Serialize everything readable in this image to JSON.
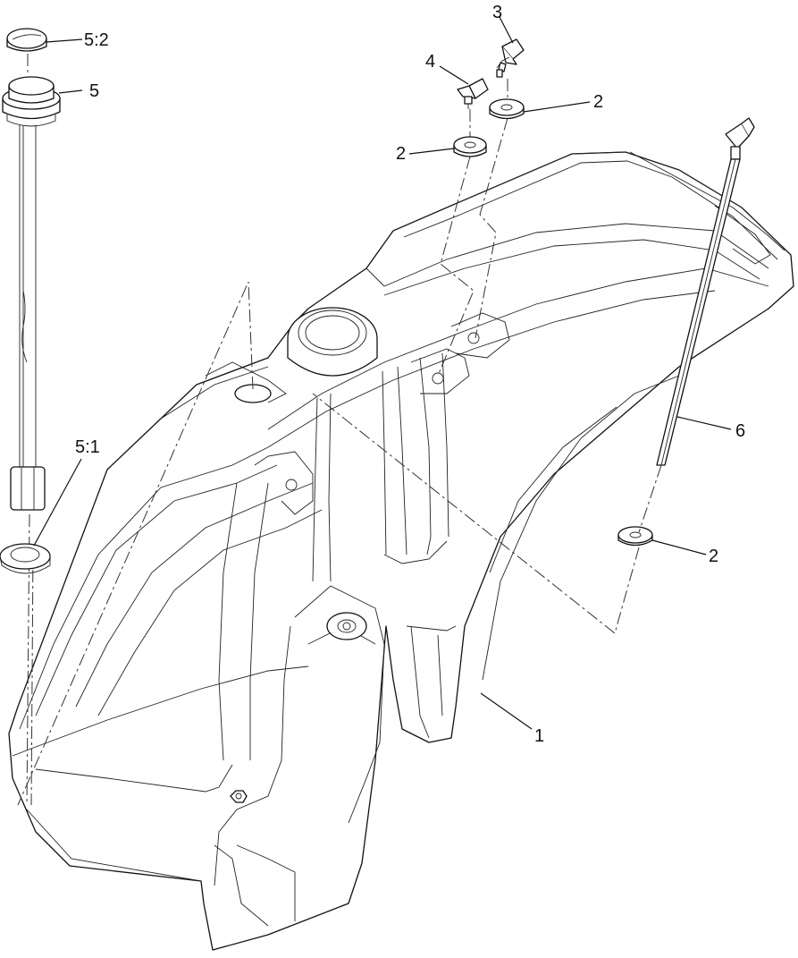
{
  "callouts": {
    "c_5_2": "5:2",
    "c_5": "5",
    "c_3": "3",
    "c_4": "4",
    "c_2_top_right": "2",
    "c_2_top_left": "2",
    "c_6": "6",
    "c_5_1": "5:1",
    "c_2_bottom": "2",
    "c_1": "1"
  }
}
